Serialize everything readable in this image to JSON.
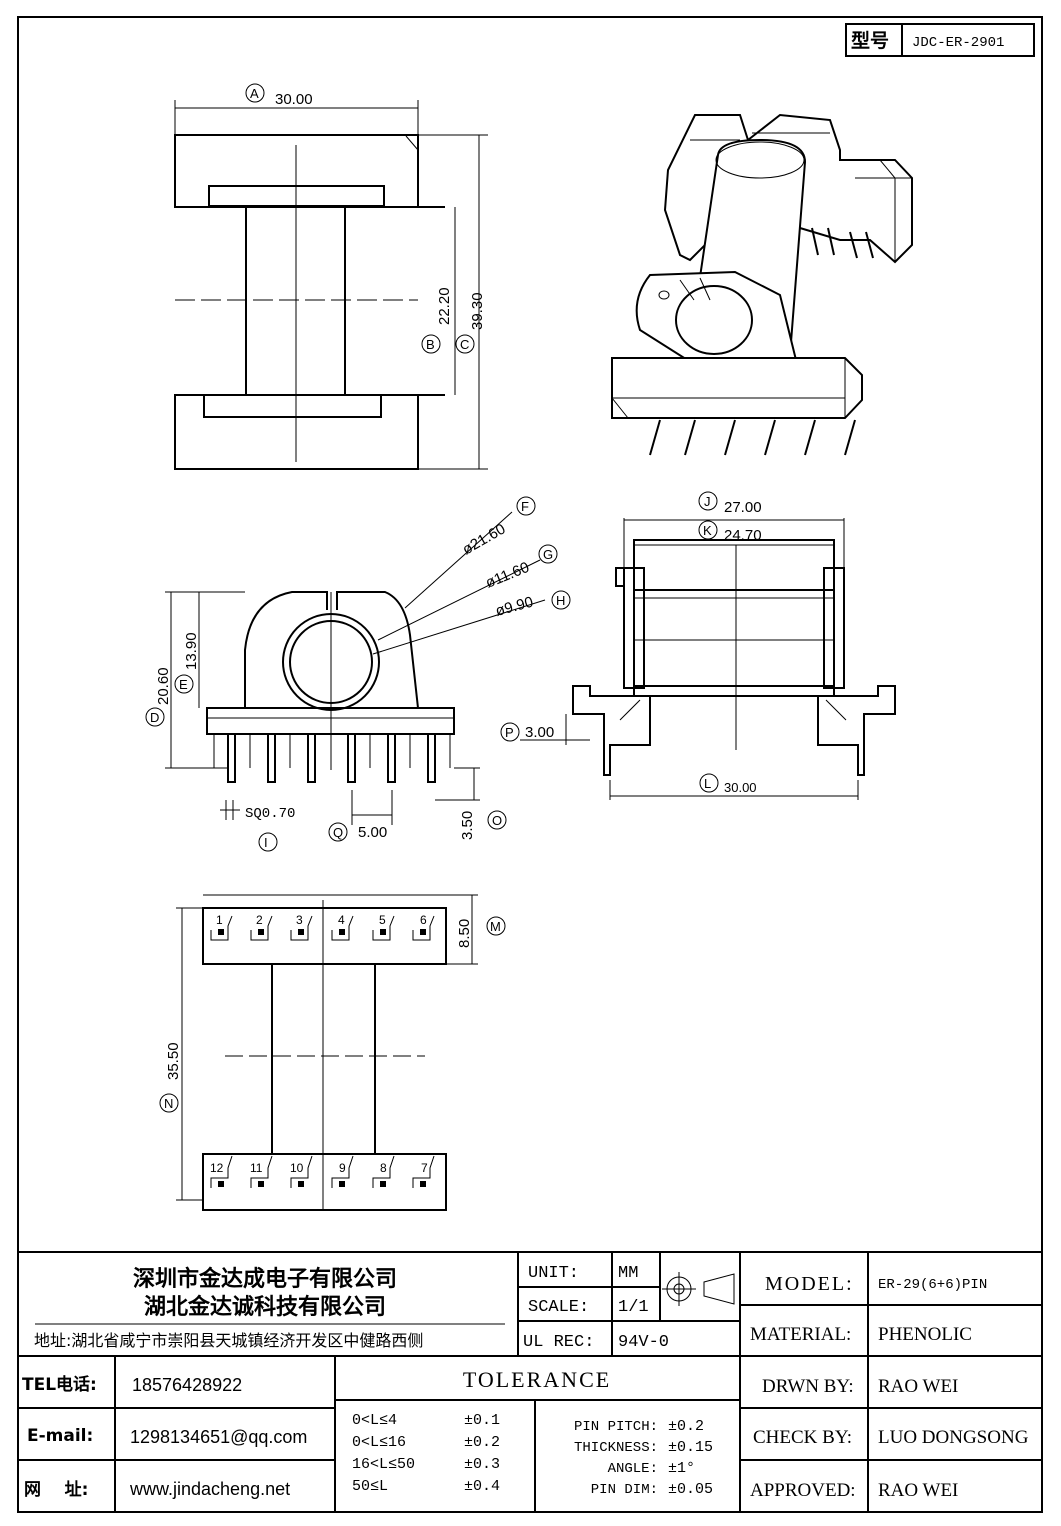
{
  "drawing": {
    "model_tag": {
      "label": "型号",
      "value": "JDC-ER-2901"
    },
    "top_view": {
      "dims": [
        {
          "letter": "A",
          "value": "30.00"
        },
        {
          "letter": "B",
          "value": "22.20"
        },
        {
          "letter": "C",
          "value": "39.30"
        }
      ]
    },
    "front_view": {
      "dims": [
        {
          "letter": "F",
          "value": "ø21.60"
        },
        {
          "letter": "G",
          "value": "ø11.60"
        },
        {
          "letter": "H",
          "value": "ø9.90"
        },
        {
          "letter": "E",
          "value": "13.90"
        },
        {
          "letter": "D",
          "value": "20.60"
        },
        {
          "letter": "I",
          "value": "SQ0.70"
        },
        {
          "letter": "Q",
          "value": "5.00"
        },
        {
          "letter": "O",
          "value": "3.50"
        }
      ]
    },
    "side_view": {
      "dims": [
        {
          "letter": "J",
          "value": "27.00"
        },
        {
          "letter": "K",
          "value": "24.70"
        },
        {
          "letter": "P",
          "value": "3.00"
        },
        {
          "letter": "L",
          "value": "30.00"
        }
      ]
    },
    "bottom_view": {
      "dims": [
        {
          "letter": "M",
          "value": "8.50"
        },
        {
          "letter": "N",
          "value": "35.50"
        }
      ],
      "pins_top": [
        "1",
        "2",
        "3",
        "4",
        "5",
        "6"
      ],
      "pins_bottom": [
        "12",
        "11",
        "10",
        "9",
        "8",
        "7"
      ]
    }
  },
  "title_block": {
    "company_line1": "深圳市金达成电子有限公司",
    "company_line2": "湖北金达诚科技有限公司",
    "address": "地址:湖北省咸宁市崇阳县天城镇经济开发区中健路西侧",
    "unit_label": "UNIT:",
    "unit_value": "MM",
    "scale_label": "SCALE:",
    "scale_value": "1/1",
    "ulrec_label": "UL REC:",
    "ulrec_value": "94V-0",
    "model_label": "MODEL:",
    "model_value": "ER-29(6+6)PIN",
    "material_label": "MATERIAL:",
    "material_value": "PHENOLIC",
    "drawn_label": "DRWN BY:",
    "drawn_value": "RAO WEI",
    "check_label": "CHECK BY:",
    "check_value": "LUO DONGSONG",
    "approved_label": "APPROVED:",
    "approved_value": "RAO WEI",
    "tel_label": "TEL电话:",
    "tel_value": "18576428922",
    "email_label": "E-mail:",
    "email_value": "1298134651@qq.com",
    "web_label": "网    址:",
    "web_value": "www.jindacheng.net",
    "tolerance_title": "TOLERANCE",
    "tolerance_rows": [
      {
        "range": "0<L≤4",
        "tol": "±0.1"
      },
      {
        "range": "0<L≤16",
        "tol": "±0.2"
      },
      {
        "range": "16<L≤50",
        "tol": "±0.3"
      },
      {
        "range": "50≤L",
        "tol": "±0.4"
      }
    ],
    "extra_tolerances": [
      {
        "label": "PIN PITCH:",
        "tol": "±0.2"
      },
      {
        "label": "THICKNESS:",
        "tol": "±0.15"
      },
      {
        "label": "ANGLE:",
        "tol": "±1°"
      },
      {
        "label": "PIN DIM:",
        "tol": "±0.05"
      }
    ]
  }
}
